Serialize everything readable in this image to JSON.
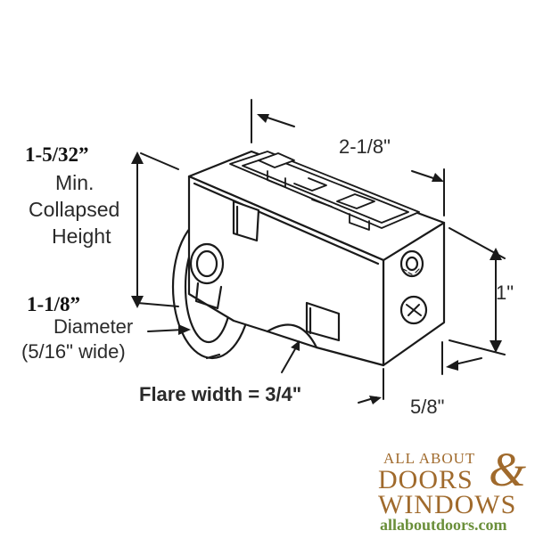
{
  "labels": {
    "length": "2-1/8\"",
    "height_value": "1-5/32”",
    "height_line1": "Min.",
    "height_line2": "Collapsed",
    "height_line3": "Height",
    "side_height": "1\"",
    "diameter_value": "1-1/8”",
    "diameter_line1": "Diameter",
    "diameter_line2": "(5/16\" wide)",
    "flare": "Flare width = 3/4\"",
    "depth": "5/8\""
  },
  "brand": {
    "line1": "ALL ABOUT",
    "line2": "DOORS",
    "ampersand": "&",
    "line3": "WINDOWS",
    "url": "allaboutdoors.com",
    "color": "#a06a2c",
    "url_color": "#6a8f3a"
  }
}
